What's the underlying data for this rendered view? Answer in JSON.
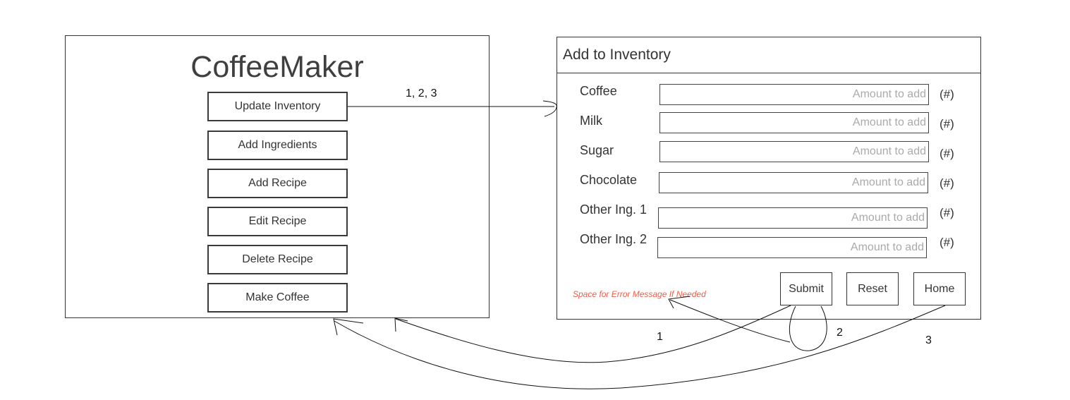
{
  "home": {
    "title": "CoffeeMaker",
    "buttons": [
      {
        "label": "Update Inventory"
      },
      {
        "label": "Add Ingredients"
      },
      {
        "label": "Add Recipe"
      },
      {
        "label": "Edit Recipe"
      },
      {
        "label": "Delete Recipe"
      },
      {
        "label": "Make Coffee"
      }
    ]
  },
  "inventory": {
    "title": "Add to Inventory",
    "rows": [
      {
        "label": "Coffee",
        "placeholder": "Amount to add",
        "unit": "(#)"
      },
      {
        "label": "Milk",
        "placeholder": "Amount to add",
        "unit": "(#)"
      },
      {
        "label": "Sugar",
        "placeholder": "Amount to add",
        "unit": "(#)"
      },
      {
        "label": "Chocolate",
        "placeholder": "Amount to add",
        "unit": "(#)"
      },
      {
        "label": "Other Ing. 1",
        "placeholder": "Amount to add",
        "unit": "(#)"
      },
      {
        "label": "Other Ing. 2",
        "placeholder": "Amount to add",
        "unit": "(#)"
      }
    ],
    "submit_label": "Submit",
    "reset_label": "Reset",
    "home_label": "Home",
    "error_message": "Space for Error Message If Needed"
  },
  "flows": {
    "update_inventory": "1, 2, 3",
    "submit_return": "1",
    "submit_error": "2",
    "home_return": "3"
  }
}
